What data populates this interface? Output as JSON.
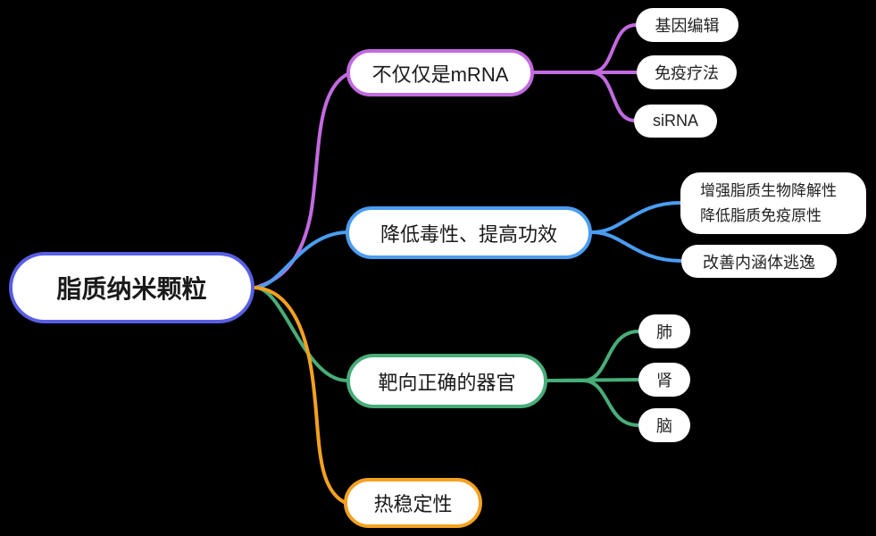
{
  "colors": {
    "background": "#000000",
    "node_bg": "#ffffff",
    "text": "#1a1a1a",
    "root_border": "#585ee5",
    "purple": "#c26ae0",
    "blue": "#4a9df1",
    "green": "#47ad79",
    "orange": "#f5a11f"
  },
  "root": {
    "label": "脂质纳米颗粒"
  },
  "branches": [
    {
      "label": "不仅仅是mRNA",
      "color": "#c26ae0",
      "children": [
        "基因编辑",
        "免疫疗法",
        "siRNA"
      ]
    },
    {
      "label": "降低毒性、提高功效",
      "color": "#4a9df1",
      "children": [
        "增强脂质生物降解性\n降低脂质免疫原性",
        "改善内涵体逃逸"
      ]
    },
    {
      "label": "靶向正确的器官",
      "color": "#47ad79",
      "children": [
        "肺",
        "肾",
        "脑"
      ]
    },
    {
      "label": "热稳定性",
      "color": "#f5a11f",
      "children": []
    }
  ]
}
